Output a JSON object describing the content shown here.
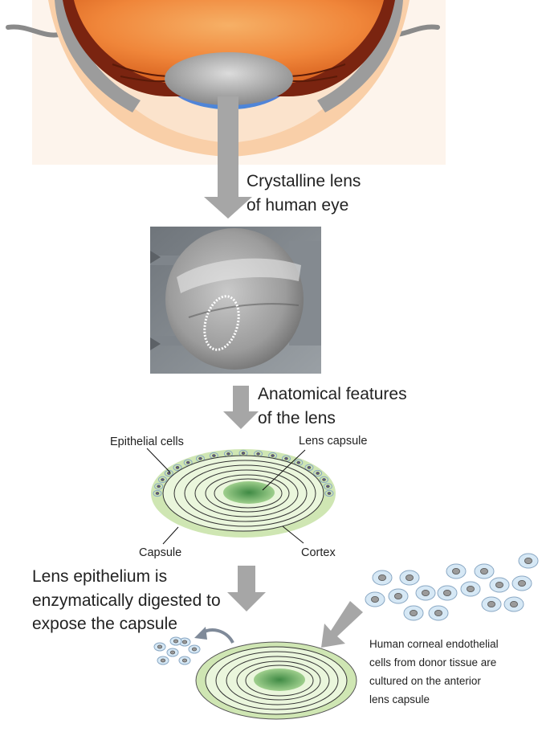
{
  "labels": {
    "crystalline_lens_line1": "Crystalline lens",
    "crystalline_lens_line2": "of human eye",
    "anatomical_line1": "Anatomical features",
    "anatomical_line2": "of the lens",
    "epithelial_cells": "Epithelial cells",
    "lens_capsule": "Lens capsule",
    "capsule": "Capsule",
    "cortex": "Cortex",
    "digest_line1": "Lens epithelium is",
    "digest_line2": "enzymatically digested to",
    "digest_line3": "expose the capsule",
    "culture_line1": "Human corneal endothelial",
    "culture_line2": "cells from donor tissue are",
    "culture_line3": "cultured on the anterior",
    "culture_line4": "lens capsule"
  },
  "colors": {
    "eye_orange": "#f39a4a",
    "eye_brown": "#8a2b12",
    "lens_gray": "#9a9a9a",
    "arrow_gray": "#a6a6a6",
    "lens_green_outer": "#cfe6b3",
    "lens_green_center": "#4f9a52",
    "cell_blue": "#d6e8f5",
    "cell_nucleus": "#9a9a9a"
  }
}
